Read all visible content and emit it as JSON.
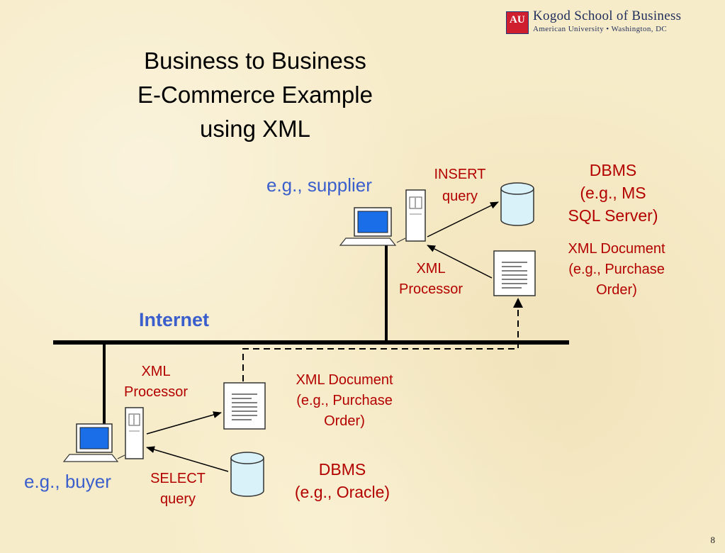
{
  "slide": {
    "title": "Business to Business\nE-Commerce Example\nusing XML",
    "page_number": "8"
  },
  "logo": {
    "name_line": "Kogod School of Business",
    "sub_line": "American University • Washington, DC",
    "mark_letters": "AU"
  },
  "diagram": {
    "internet_label": "Internet",
    "supplier": {
      "label": "e.g., supplier",
      "insert_query": "INSERT\nquery",
      "dbms": "DBMS\n(e.g., MS\nSQL Server)",
      "xml_document": "XML Document\n(e.g., Purchase\nOrder)",
      "xml_processor": "XML\nProcessor"
    },
    "buyer": {
      "label": "e.g., buyer",
      "xml_processor": "XML\nProcessor",
      "xml_document": "XML Document\n(e.g., Purchase\nOrder)",
      "dbms": "DBMS\n(e.g., Oracle)",
      "select_query": "SELECT\nquery"
    }
  },
  "colors": {
    "background": "#f7ecc9",
    "blue_text": "#3a5fcd",
    "red_text": "#b30000",
    "monitor_screen": "#1a6ee8",
    "database_fill": "#d9f1f8"
  }
}
